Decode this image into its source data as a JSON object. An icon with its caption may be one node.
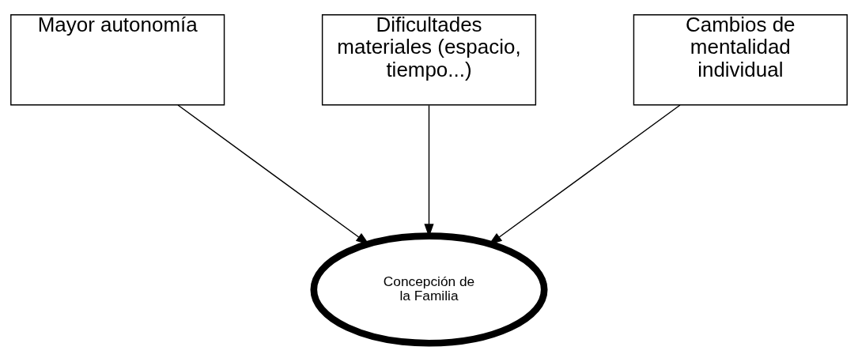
{
  "diagram": {
    "nodes": [
      {
        "text": [
          "Mayor autonomía"
        ]
      },
      {
        "text": [
          "Dificultades materiales (espacio, tiempo...)"
        ]
      },
      {
        "text": [
          "Cambios de mentalidad individual"
        ]
      },
      {
        "text": [
          "Concepción de la Familia"
        ]
      }
    ],
    "edges": [
      {
        "from": 0,
        "to": 3,
        "arrow": "to"
      },
      {
        "from": 1,
        "to": 3,
        "arrow": "to"
      },
      {
        "from": 2,
        "to": 3,
        "arrow": "to"
      }
    ]
  }
}
